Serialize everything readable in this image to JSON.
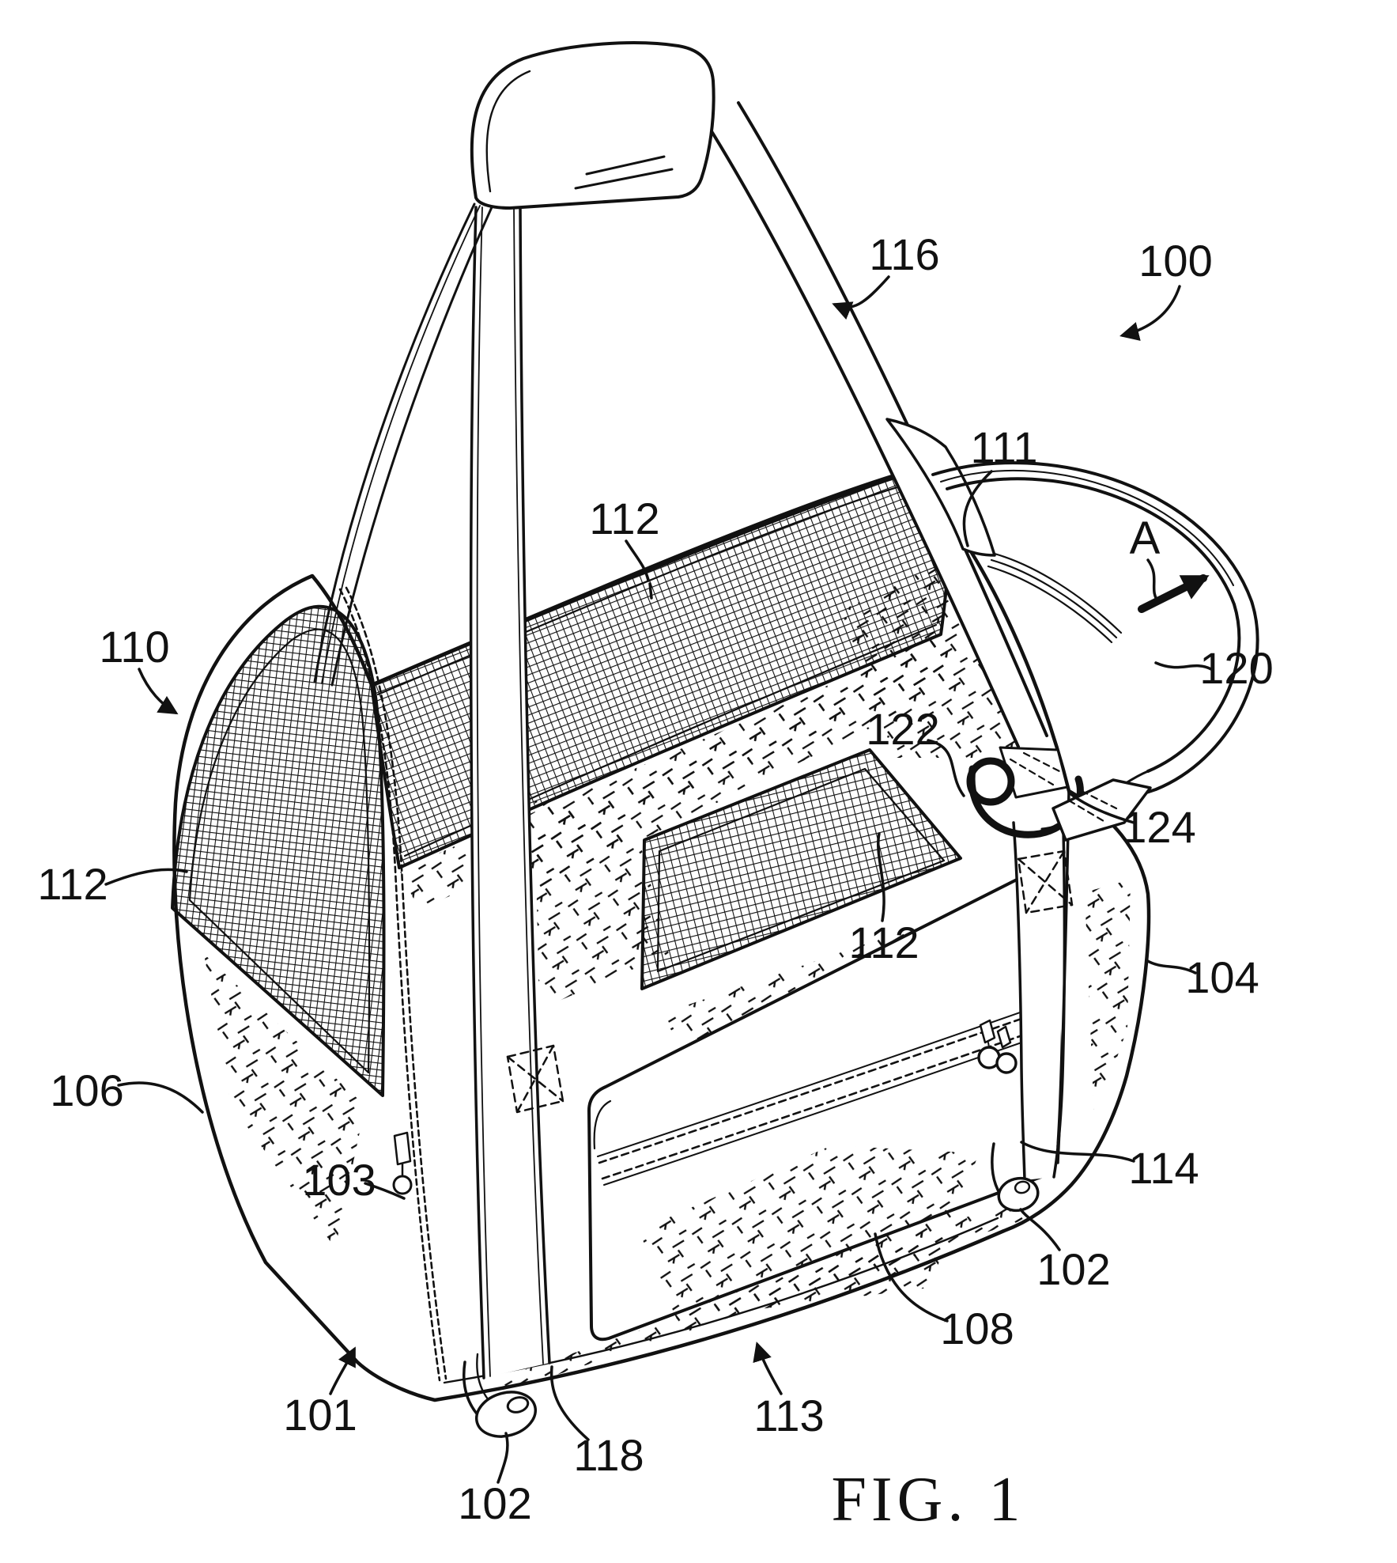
{
  "figure": {
    "caption": "FIG. 1",
    "direction_label": "A"
  },
  "colors": {
    "ink": "#111111",
    "paper": "#ffffff"
  },
  "labels": {
    "overall": "100",
    "bottom_panel": "101",
    "wheel_front": "102",
    "wheel_rear": "102",
    "side_zipper": "103",
    "right_panel": "104",
    "left_panel": "106",
    "front_pocket": "108",
    "carrier_body": "110",
    "strap_cover": "111",
    "mesh_top": "112",
    "mesh_side": "112",
    "mesh_front": "112",
    "front_base": "113",
    "lower_right": "114",
    "shoulder_strap": "116",
    "strap_anchor": "118",
    "handle_loop": "120",
    "strap_ring": "122",
    "ring_clip": "124"
  }
}
